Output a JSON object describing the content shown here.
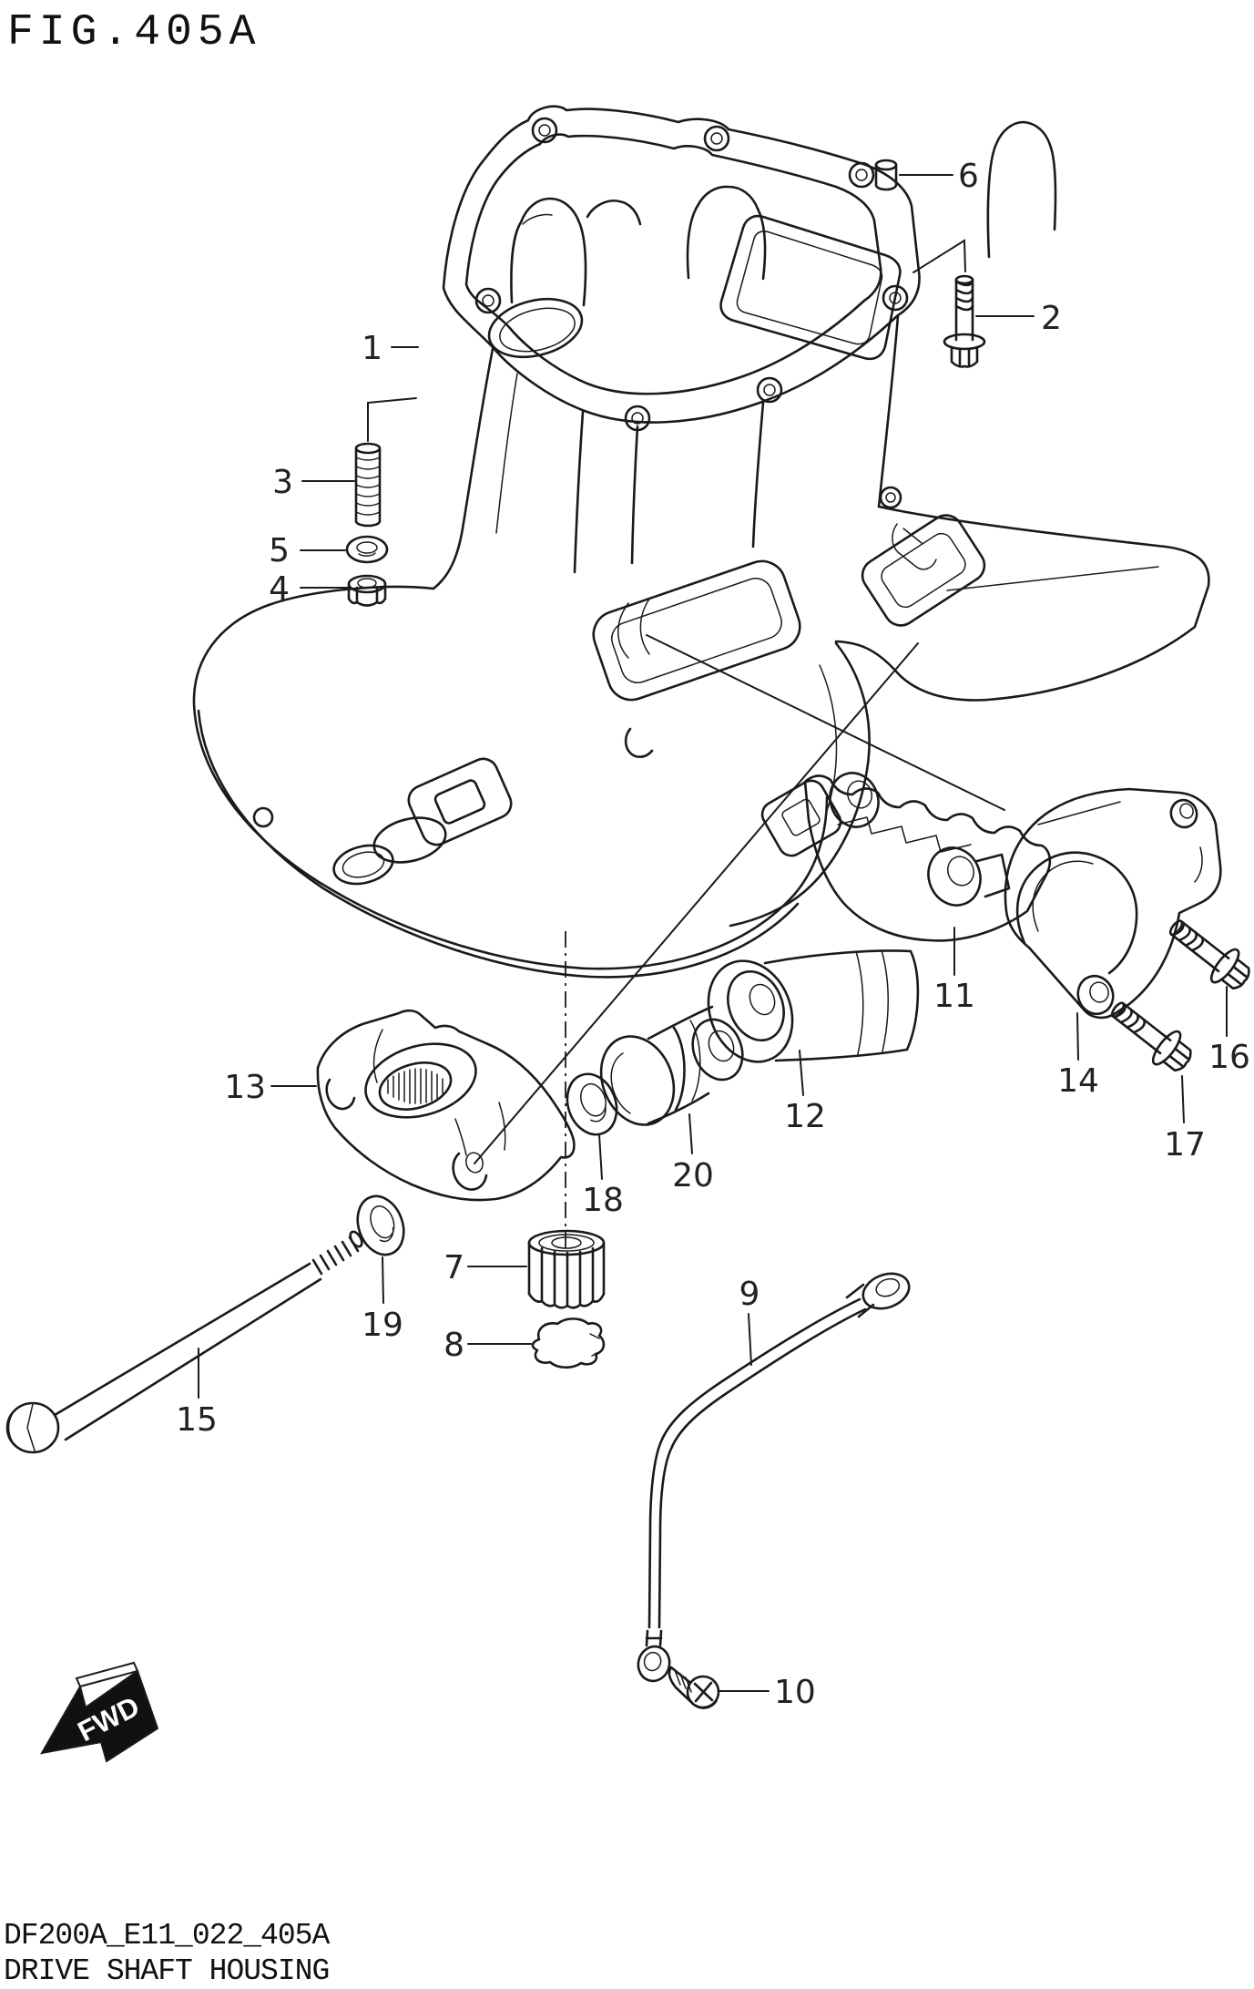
{
  "figure": {
    "id": "FIG.405A"
  },
  "footer": {
    "code": "DF200A_E11_022_405A",
    "title": "DRIVE SHAFT HOUSING"
  },
  "direction_badge": {
    "label": "FWD"
  },
  "colors": {
    "line": "#1a1a1a",
    "label": "#222222",
    "background": "#ffffff",
    "badge": "#111111"
  },
  "callouts": [
    "1",
    "2",
    "3",
    "4",
    "5",
    "6",
    "7",
    "8",
    "9",
    "10",
    "11",
    "12",
    "13",
    "14",
    "15",
    "16",
    "17",
    "18",
    "19",
    "20"
  ]
}
